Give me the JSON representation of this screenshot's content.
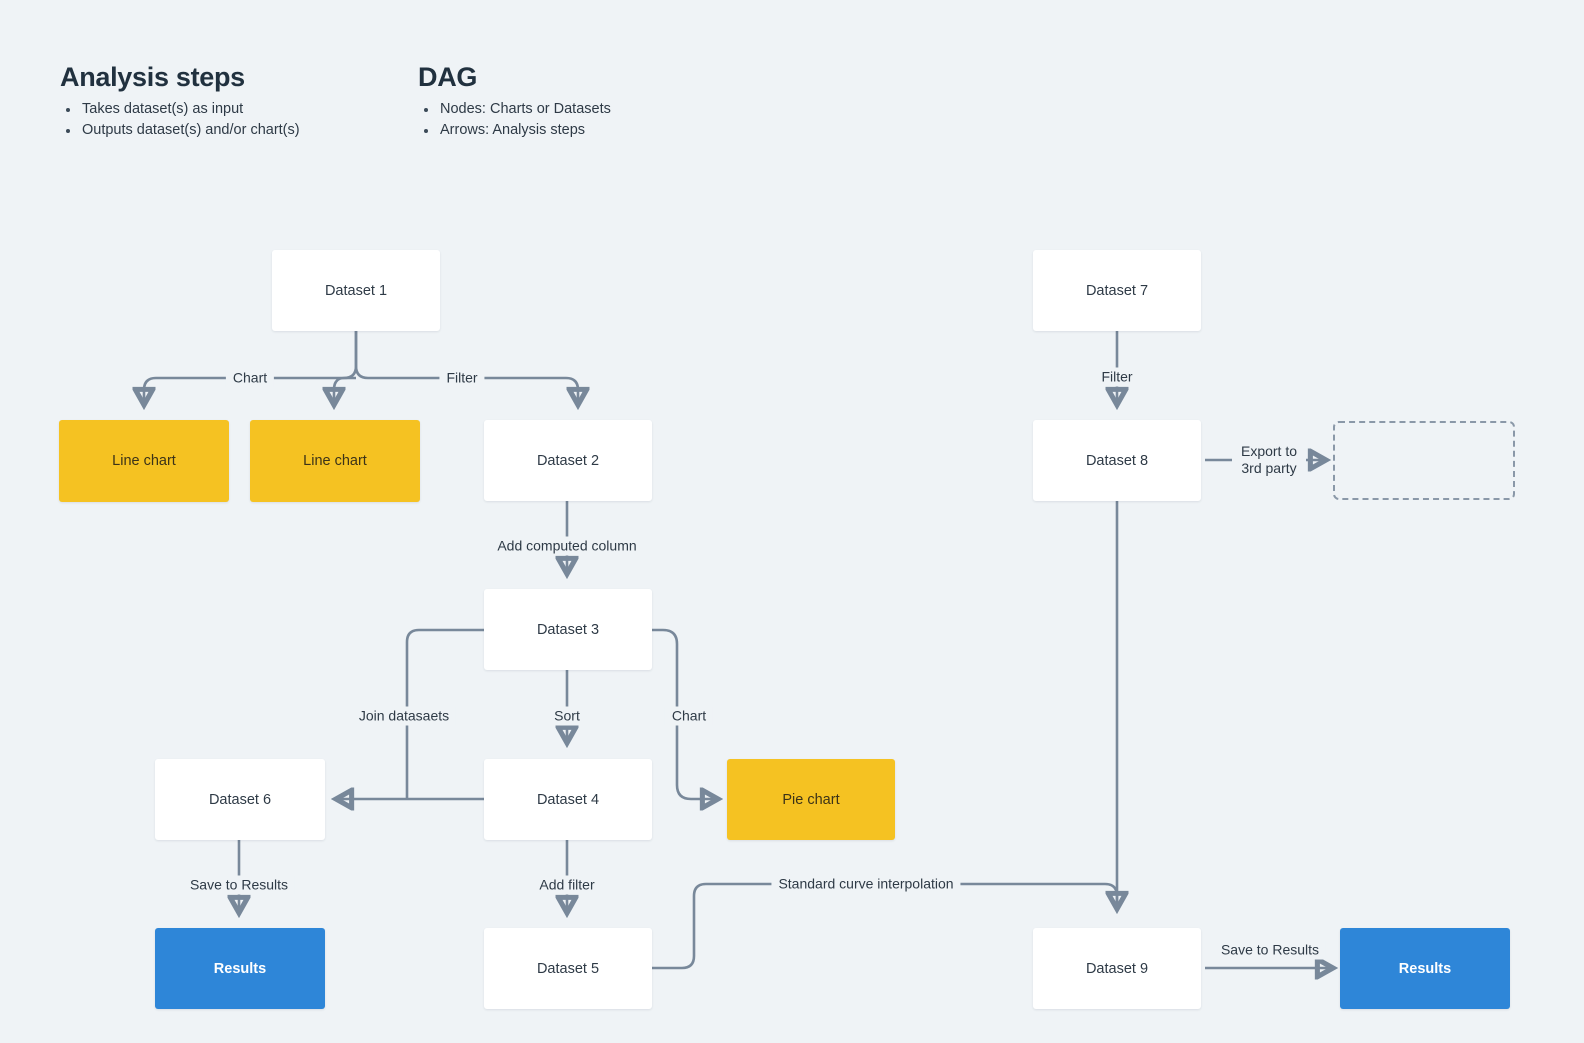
{
  "legend": {
    "analysis": {
      "title": "Analysis steps",
      "items": [
        "Takes dataset(s) as input",
        "Outputs dataset(s) and/or chart(s)"
      ]
    },
    "dag": {
      "title": "DAG",
      "items": [
        "Nodes: Charts or Datasets",
        "Arrows: Analysis steps"
      ]
    }
  },
  "colors": {
    "background": "#EFF3F6",
    "dataset_fill": "#FFFFFF",
    "chart_fill": "#F5C222",
    "results_fill": "#2E86D8",
    "connector": "#78889A",
    "text": "#2E3A46",
    "heading": "#21313F",
    "placeholder_border": "#8A98A8"
  },
  "nodes": {
    "dataset1": "Dataset 1",
    "line_chart_a": "Line chart",
    "line_chart_b": "Line chart",
    "dataset2": "Dataset 2",
    "dataset3": "Dataset 3",
    "dataset4": "Dataset 4",
    "dataset5": "Dataset 5",
    "dataset6": "Dataset 6",
    "pie_chart": "Pie chart",
    "results_left": "Results",
    "dataset7": "Dataset 7",
    "dataset8": "Dataset 8",
    "dataset9": "Dataset 9",
    "results_right": "Results",
    "export_placeholder": ""
  },
  "edges": {
    "chart_1": "Chart",
    "filter_1": "Filter",
    "add_computed_column": "Add computed column",
    "join_datasets": "Join datasaets",
    "sort": "Sort",
    "chart_2": "Chart",
    "save_to_results_left": "Save to Results",
    "add_filter": "Add filter",
    "standard_curve": "Standard curve interpolation",
    "filter_2": "Filter",
    "export_3rd_party_line1": "Export to",
    "export_3rd_party_line2": "3rd party",
    "save_to_results_right": "Save to Results"
  }
}
